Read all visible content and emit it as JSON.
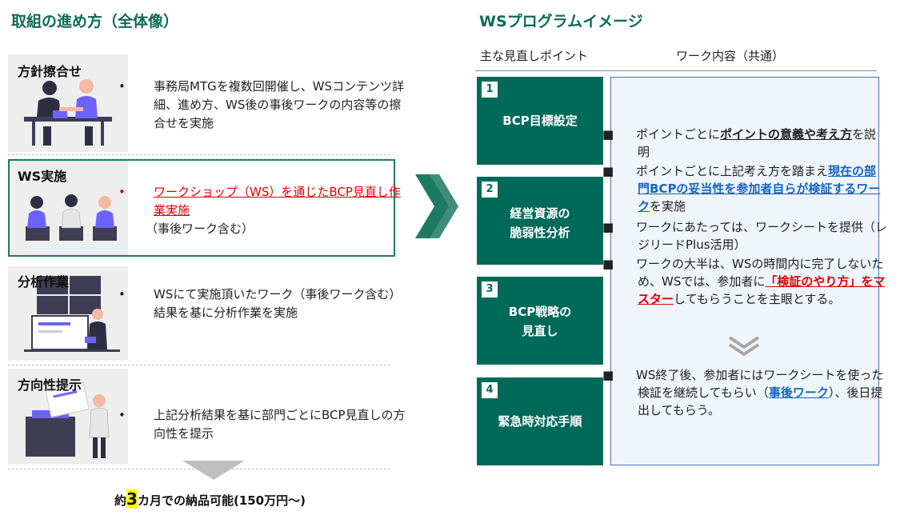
{
  "left_title": "取組の進め方（全体像）",
  "right_title": "WSプログラムイメージ",
  "rows": [
    {
      "label": "方針擦合せ",
      "text": "事務局MTGを複数回開催し、WSコンテンツ詳細、進め方、WS後の事後ワークの内容等の擦合せを実施"
    },
    {
      "label": "WS実施",
      "text": "ワークショップ（WS）を通じたBCP見直し作業実施",
      "note": "（事後ワーク含む）"
    },
    {
      "label": "分析作業",
      "text": "WSにて実施頂いたワーク（事後ワーク含む）結果を基に分析作業を実施"
    },
    {
      "label": "方向性提示",
      "text": "上記分析結果を基に部門ごとにBCP見直しの方向性を提示"
    }
  ],
  "bullet_dot": "•",
  "delivery": {
    "prefix": "約",
    "months": "3",
    "suffix": "カ月での納品可能(150万円～)"
  },
  "col_headers": {
    "points": "主な見直しポイント",
    "work": "ワーク内容（共通）"
  },
  "steps": [
    {
      "num": "1",
      "label": "BCP目標設定"
    },
    {
      "num": "2",
      "label": "経営資源の\n脆弱性分析"
    },
    {
      "num": "3",
      "label": "BCP戦略の\n見直し"
    },
    {
      "num": "4",
      "label": "緊急時対応手順"
    }
  ],
  "work": {
    "sq": "■",
    "b1_a": "ポイントごとに",
    "b1_b": "ポイントの意義や考え方",
    "b1_c": "を説明",
    "b2_a": "ポイントごとに上記考え方を踏まえ",
    "b2_b": "現在の部門BCPの妥当性を参加者自らが検証するワーク",
    "b2_c": "を実施",
    "b3": "ワークにあたっては、ワークシートを提供（レジリードPlus活用）",
    "b4_a": "ワークの大半は、WSの時間内に完了しないため、WSでは、参加者に",
    "b4_b": "「検証のやり方」をマスター",
    "b4_c": "してもらうことを主眼とする。",
    "b5_a": "WS終了後、参加者にはワークシートを使った検証を継続してもらい（",
    "b5_b": "事後ワーク",
    "b5_c": "）、後日提出してもらう。"
  },
  "colors": {
    "accent": "#006a5a",
    "title": "#0f6b55",
    "red": "#e00000",
    "blue": "#1565c0",
    "panel_border": "#4a72b0",
    "panel_bg": "#f0f4fb"
  }
}
